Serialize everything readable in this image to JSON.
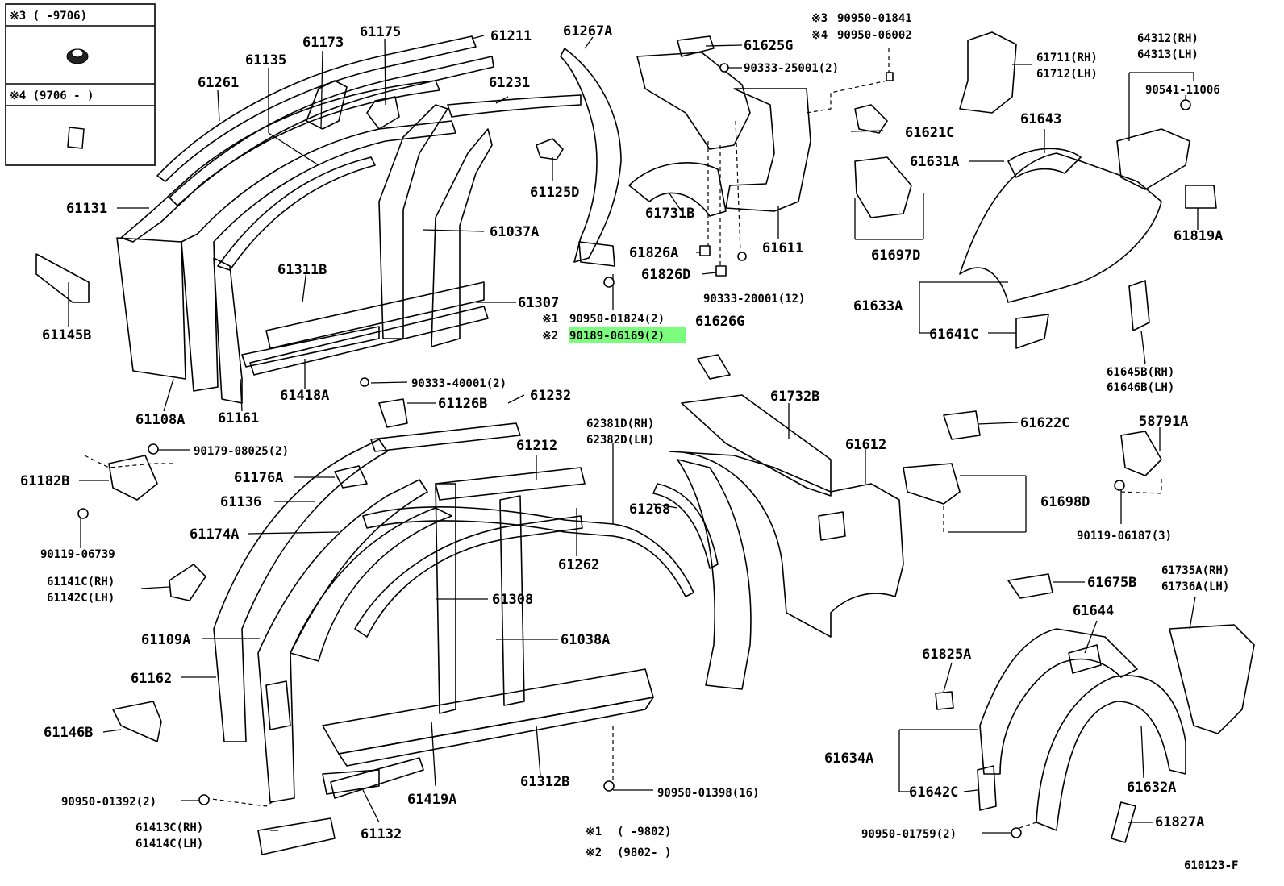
{
  "legend": {
    "note3": "※3 (      -9706)",
    "note4": "※4 (9706 -      )"
  },
  "footnotes": {
    "f1_mark": "※1",
    "f1_range": "(      -9802)",
    "f2_mark": "※2",
    "f2_range": "(9802-      )"
  },
  "drawing_id": "610123-F",
  "parts": {
    "p61211": "61211",
    "p61175": "61175",
    "p61173": "61173",
    "p61135": "61135",
    "p61261": "61261",
    "p61231": "61231",
    "p61267A": "61267A",
    "p61131": "61131",
    "p61037A": "61037A",
    "p61311B": "61311B",
    "p61307": "61307",
    "p61145B": "61145B",
    "p61108A": "61108A",
    "p61161": "61161",
    "p61418A": "61418A",
    "p61125D": "61125D",
    "h1_mark": "※1",
    "h1_num": "90950-01824(2)",
    "h2_mark": "※2",
    "h2_num": "90189-06169(2)",
    "p61625G": "61625G",
    "p90333_25001": "90333-25001(2)",
    "p61731B": "61731B",
    "p61611": "61611",
    "p61826A": "61826A",
    "p61826D": "61826D",
    "p90333_20001": "90333-20001(12)",
    "p61626G": "61626G",
    "n3_mark": "※3",
    "n3_num": "90950-01841",
    "n4_mark": "※4",
    "n4_num": "90950-06002",
    "p61621C": "61621C",
    "p61697D": "61697D",
    "p61711": "61711(RH)",
    "p61712": "61712(LH)",
    "p61643": "61643",
    "p61631A": "61631A",
    "p64312": "64312(RH)",
    "p64313": "64313(LH)",
    "p90541": "90541-11006",
    "p61819A": "61819A",
    "p61633A": "61633A",
    "p61641C": "61641C",
    "p61645B": "61645B(RH)",
    "p61646B": "61646B(LH)",
    "p90333_40001": "90333-40001(2)",
    "p61126B": "61126B",
    "p61232": "61232",
    "p90179": "90179-08025(2)",
    "p61182B": "61182B",
    "p61176A": "61176A",
    "p61136": "61136",
    "p61174A": "61174A",
    "p90119_06739": "90119-06739",
    "p61212": "61212",
    "p62381D": "62381D(RH)",
    "p62382D": "62382D(LH)",
    "p61262": "61262",
    "p61268": "61268",
    "p61732B": "61732B",
    "p61612": "61612",
    "p61622C": "61622C",
    "p58791A": "58791A",
    "p61698D": "61698D",
    "p90119_06187": "90119-06187(3)",
    "p61141C": "61141C(RH)",
    "p61142C": "61142C(LH)",
    "p61109A": "61109A",
    "p61308": "61308",
    "p61038A": "61038A",
    "p61162": "61162",
    "p61146B": "61146B",
    "p61675B": "61675B",
    "p61735A": "61735A(RH)",
    "p61736A": "61736A(LH)",
    "p61644": "61644",
    "p61825A": "61825A",
    "p61634A": "61634A",
    "p61642C": "61642C",
    "p61632A": "61632A",
    "p61827A": "61827A",
    "p90950_01759": "90950-01759(2)",
    "p90950_01392": "90950-01392(2)",
    "p61413C": "61413C(RH)",
    "p61414C": "61414C(LH)",
    "p61132": "61132",
    "p61419A": "61419A",
    "p61312B": "61312B",
    "p90950_01398": "90950-01398(16)"
  }
}
